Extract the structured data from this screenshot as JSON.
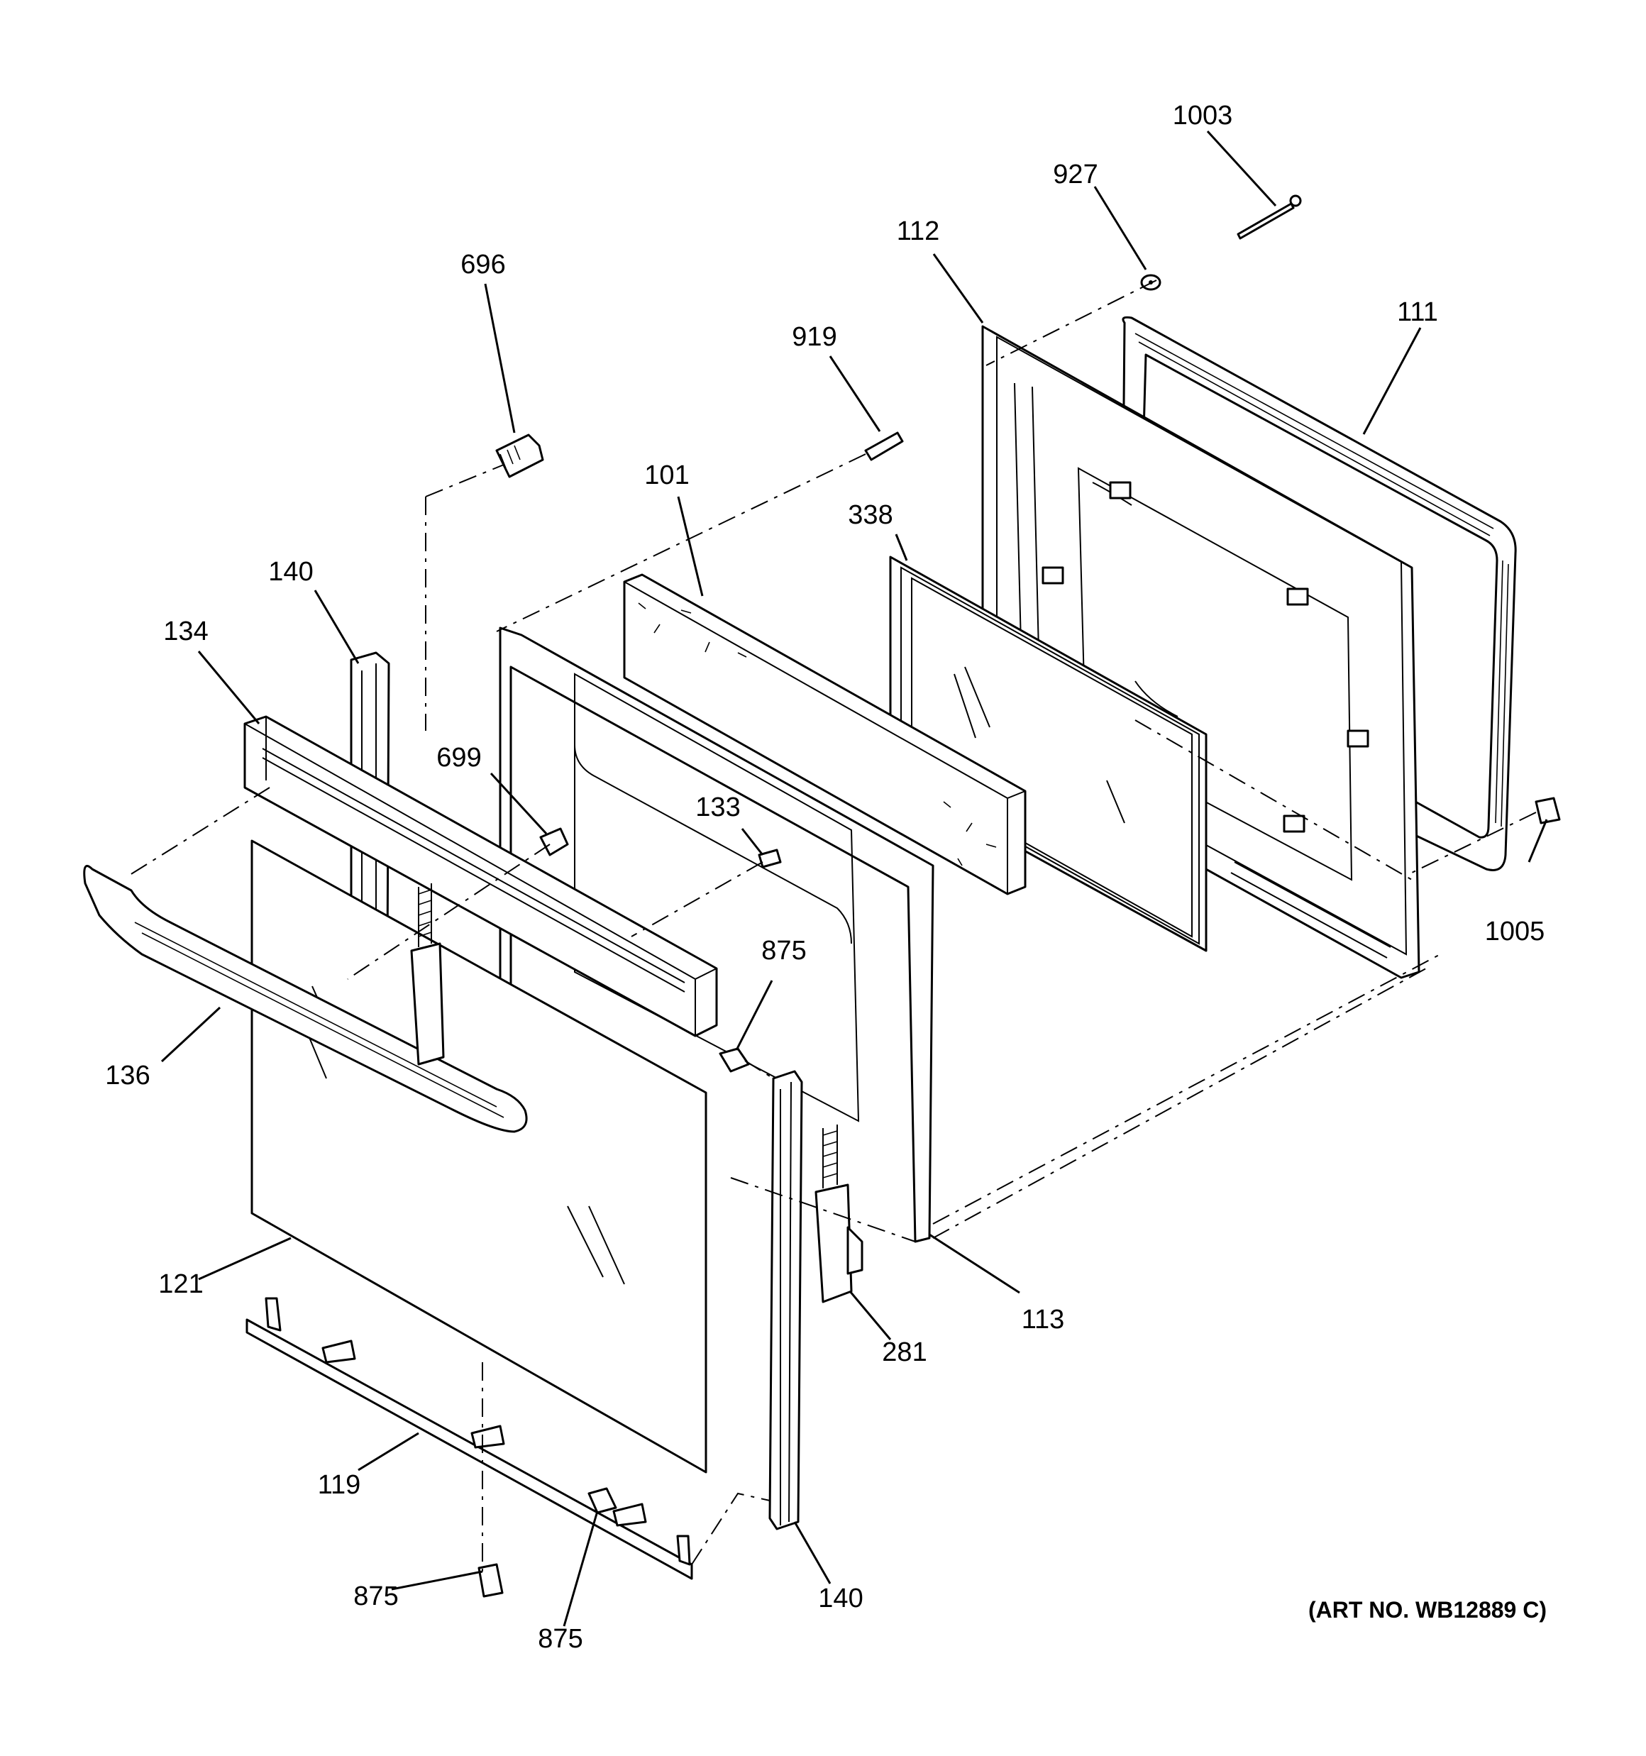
{
  "title": "",
  "art_number": "(ART NO. WB12889 C)",
  "callouts": [
    {
      "id": "c-1003",
      "label": "1003",
      "part": "screw"
    },
    {
      "id": "c-927",
      "label": "927",
      "part": "washer"
    },
    {
      "id": "c-112",
      "label": "112",
      "part": "door inner panel"
    },
    {
      "id": "c-111",
      "label": "111",
      "part": "door gasket"
    },
    {
      "id": "c-696",
      "label": "696",
      "part": "screw"
    },
    {
      "id": "c-919",
      "label": "919",
      "part": "clip"
    },
    {
      "id": "c-101",
      "label": "101",
      "part": "insulation"
    },
    {
      "id": "c-338",
      "label": "338",
      "part": "inner glass assembly"
    },
    {
      "id": "c-140-top",
      "label": "140",
      "part": "door channel"
    },
    {
      "id": "c-134",
      "label": "134",
      "part": "door top trim"
    },
    {
      "id": "c-699",
      "label": "699",
      "part": "screw"
    },
    {
      "id": "c-133",
      "label": "133",
      "part": "bracket"
    },
    {
      "id": "c-1005",
      "label": "1005",
      "part": "screw"
    },
    {
      "id": "c-875-mid",
      "label": "875",
      "part": "screw"
    },
    {
      "id": "c-136",
      "label": "136",
      "part": "door handle"
    },
    {
      "id": "c-121",
      "label": "121",
      "part": "outer door glass"
    },
    {
      "id": "c-113",
      "label": "113",
      "part": "door frame"
    },
    {
      "id": "c-281",
      "label": "281",
      "part": "door hinge"
    },
    {
      "id": "c-119",
      "label": "119",
      "part": "door bottom trim"
    },
    {
      "id": "c-875-left",
      "label": "875",
      "part": "screw"
    },
    {
      "id": "c-875-bottom",
      "label": "875",
      "part": "screw"
    },
    {
      "id": "c-140-bottom",
      "label": "140",
      "part": "door channel"
    }
  ]
}
